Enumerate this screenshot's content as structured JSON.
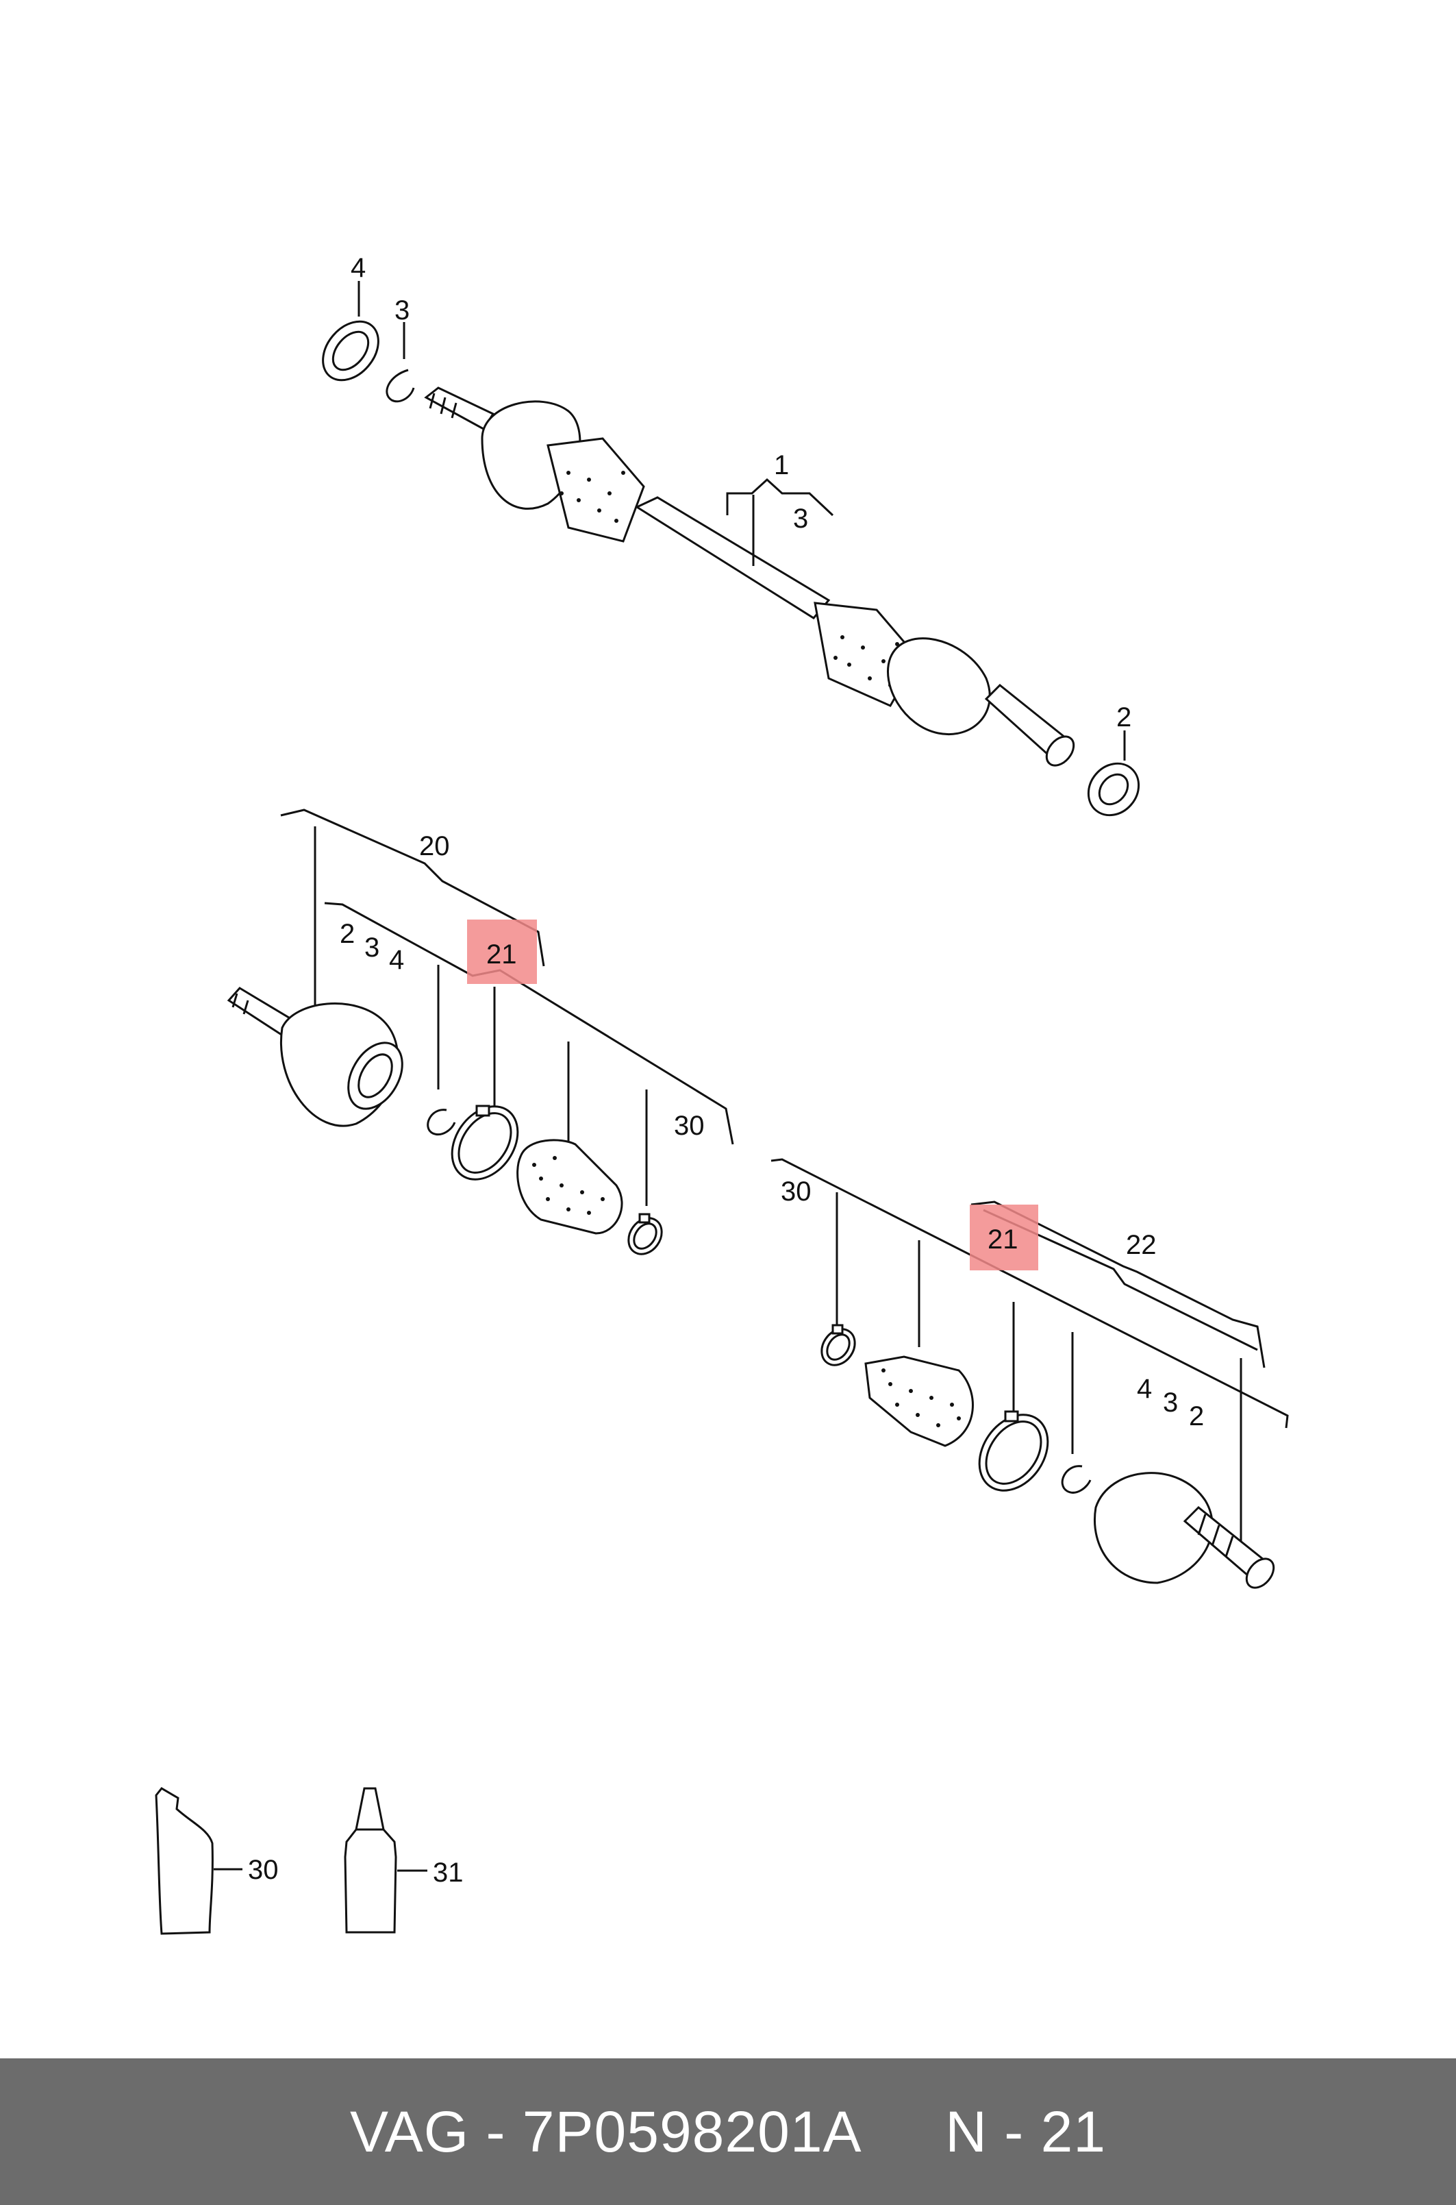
{
  "labels": {
    "top_4": "4",
    "top_3": "3",
    "top_1": "1",
    "top_1_sub3": "3",
    "top_2": "2",
    "left_20": "20",
    "left_2": "2",
    "left_3": "3",
    "left_4": "4",
    "left_21": "21",
    "left_30": "30",
    "right_30": "30",
    "right_21": "21",
    "right_22": "22",
    "right_4": "4",
    "right_3": "3",
    "right_2": "2",
    "tube_30": "30",
    "bottle_31": "31"
  },
  "highlight_color": "#f28a8a",
  "footer": {
    "brand": "VAG",
    "sep1": " - ",
    "part_number": "7P0598201A",
    "gap": "     ",
    "ref": "N - 21"
  }
}
